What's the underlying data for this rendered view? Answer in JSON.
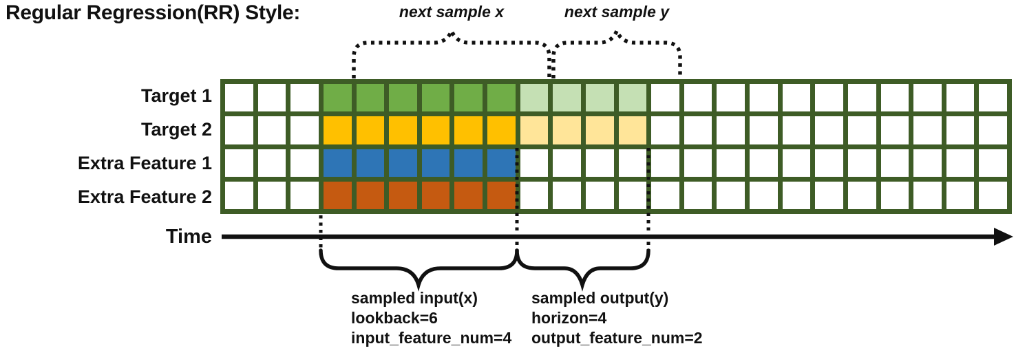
{
  "title": "Regular Regression(RR) Style:",
  "annotations": {
    "next_sample_x": "next sample x",
    "next_sample_y": "next sample y",
    "time_label": "Time",
    "sampled_input": {
      "line1": "sampled input(x)",
      "line2": "lookback=6",
      "line3": "input_feature_num=4"
    },
    "sampled_output": {
      "line1": "sampled output(y)",
      "line2": "horizon=4",
      "line3": "output_feature_num=2"
    }
  },
  "colors": {
    "grid_border": "#3e5c26",
    "cell_empty": "#ffffff",
    "target1": "#70ad47",
    "target1_light": "#c5e0b4",
    "target2": "#ffc000",
    "target2_light": "#ffe599",
    "extra1": "#2e75b6",
    "extra2": "#c55a11",
    "annotation_ink": "#111111"
  },
  "grid": {
    "columns": 24,
    "params": {
      "lookback": 6,
      "horizon": 4,
      "input_feature_num": 4,
      "output_feature_num": 2,
      "input_columns": "4-9",
      "output_columns": "10-13"
    },
    "rows": [
      {
        "label": "Target 1",
        "segments": [
          {
            "from": 4,
            "to": 9,
            "color": "target1"
          },
          {
            "from": 10,
            "to": 13,
            "color": "target1_light"
          }
        ]
      },
      {
        "label": "Target 2",
        "segments": [
          {
            "from": 4,
            "to": 9,
            "color": "target2"
          },
          {
            "from": 10,
            "to": 13,
            "color": "target2_light"
          }
        ]
      },
      {
        "label": "Extra Feature 1",
        "segments": [
          {
            "from": 4,
            "to": 9,
            "color": "extra1"
          }
        ]
      },
      {
        "label": "Extra Feature 2",
        "segments": [
          {
            "from": 4,
            "to": 9,
            "color": "extra2"
          }
        ]
      }
    ]
  }
}
